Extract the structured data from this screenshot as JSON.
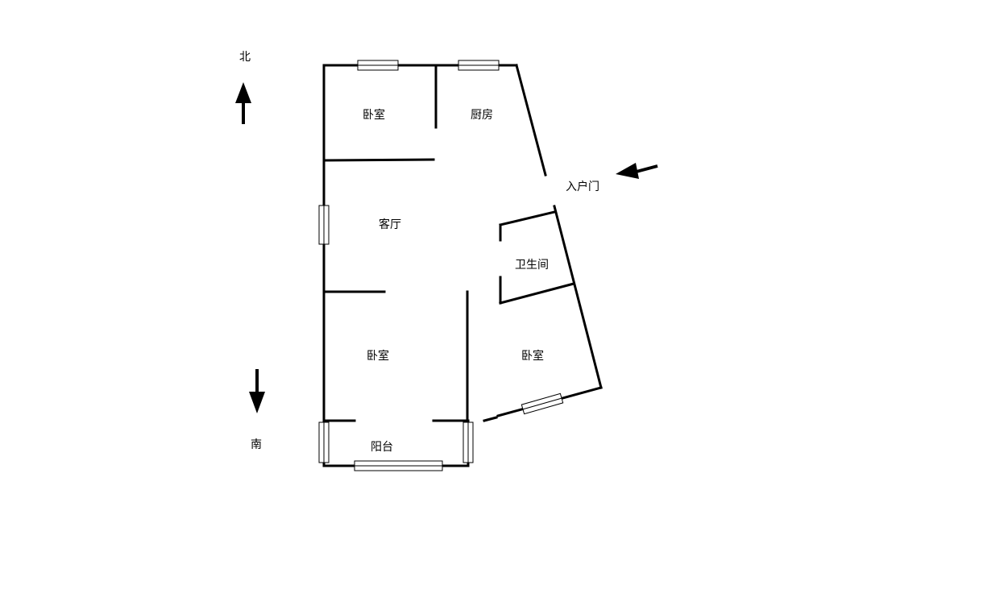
{
  "compass": {
    "north": "北",
    "south": "南"
  },
  "rooms": {
    "bedroom_north": "卧室",
    "kitchen": "厨房",
    "living_room": "客厅",
    "bathroom": "卫生间",
    "bedroom_southwest": "卧室",
    "bedroom_southeast": "卧室",
    "balcony": "阳台"
  },
  "entrance": {
    "label": "入户门"
  },
  "colors": {
    "line": "#000000",
    "background": "#ffffff"
  }
}
